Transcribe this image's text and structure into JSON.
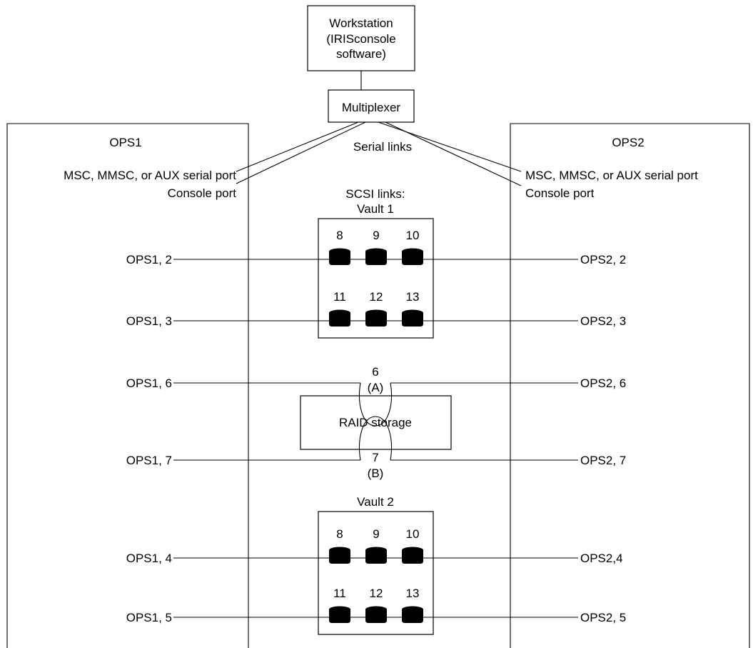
{
  "workstation": {
    "line1": "Workstation",
    "line2": "(IRISconsole",
    "line3": "software)"
  },
  "multiplexer": "Multiplexer",
  "serial_links": "Serial links",
  "ops1": {
    "title": "OPS1",
    "serial_port": "MSC, MMSC, or AUX serial port",
    "console_port": "Console port",
    "ports": {
      "p2": "OPS1, 2",
      "p3": "OPS1, 3",
      "p6": "OPS1, 6",
      "p7": "OPS1, 7",
      "p4": "OPS1, 4",
      "p5": "OPS1, 5"
    }
  },
  "ops2": {
    "title": "OPS2",
    "serial_port": "MSC, MMSC, or AUX serial port",
    "console_port": "Console port",
    "ports": {
      "p2": "OPS2, 2",
      "p3": "OPS2, 3",
      "p6": "OPS2, 6",
      "p7": "OPS2, 7",
      "p4": "OPS2,4",
      "p5": "OPS2, 5"
    }
  },
  "scsi_links": "SCSI links:",
  "vault1": {
    "title": "Vault 1",
    "row1": [
      "8",
      "9",
      "10"
    ],
    "row2": [
      "11",
      "12",
      "13"
    ]
  },
  "vault2": {
    "title": "Vault 2",
    "row1": [
      "8",
      "9",
      "10"
    ],
    "row2": [
      "11",
      "12",
      "13"
    ]
  },
  "raid": {
    "label": "RAID storage",
    "top_id": "6",
    "top_channel": "(A)",
    "bottom_id": "7",
    "bottom_channel": "(B)"
  }
}
